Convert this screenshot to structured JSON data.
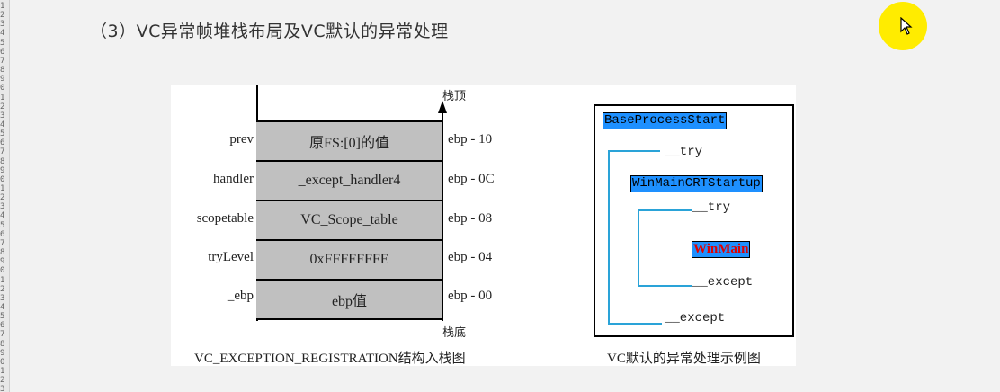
{
  "gutter_digits": [
    "1",
    "2",
    "3",
    "4",
    "5",
    "6",
    "7",
    "8",
    "9",
    "0",
    "1",
    "2",
    "3",
    "4",
    "5",
    "6",
    "7",
    "8",
    "9",
    "0",
    "1",
    "2",
    "3",
    "4",
    "5",
    "6",
    "7",
    "8",
    "9",
    "0",
    "1",
    "2",
    "3",
    "4",
    "5",
    "6",
    "7",
    "8",
    "9",
    "0",
    "1",
    "2",
    "3"
  ],
  "slide": {
    "title": "（3）VC异常帧堆栈布局及VC默认的异常处理"
  },
  "stack_diagram": {
    "top_label": "栈顶",
    "bottom_label": "栈底",
    "rows": [
      {
        "field": "prev",
        "value": "原FS:[0]的值",
        "offset": "ebp - 10"
      },
      {
        "field": "handler",
        "value": "_except_handler4",
        "offset": "ebp - 0C"
      },
      {
        "field": "scopetable",
        "value": "VC_Scope_table",
        "offset": "ebp - 08"
      },
      {
        "field": "tryLevel",
        "value": "0xFFFFFFFE",
        "offset": "ebp - 04"
      },
      {
        "field": "_ebp",
        "value": "ebp值",
        "offset": "ebp - 00"
      }
    ],
    "caption": "VC_EXCEPTION_REGISTRATION结构入栈图"
  },
  "default_handler_diagram": {
    "outer_func": "BaseProcessStart",
    "outer_try": "__try",
    "mid_func": "WinMainCRTStartup",
    "inner_try": "__try",
    "inner_func": "WinMain",
    "inner_except": "__except",
    "outer_except": "__except",
    "caption": "VC默认的异常处理示例图"
  },
  "colors": {
    "cell_fill": "#c0c0c0",
    "highlight": "#1e90ff",
    "bracket_line": "#2aa3d8",
    "winmain_text": "#e00000",
    "cursor_halo": "#ffec00"
  }
}
